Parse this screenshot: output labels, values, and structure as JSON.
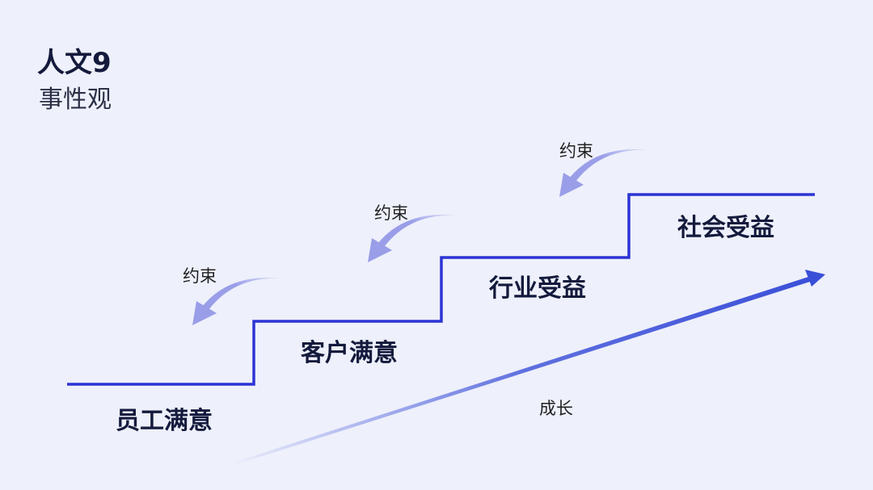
{
  "header": {
    "title": "人文9",
    "subtitle": "事性观"
  },
  "steps": [
    "员工满意",
    "客户满意",
    "行业受益",
    "社会受益"
  ],
  "constraint_label": "约束",
  "growth_label": "成长",
  "colors": {
    "background": "#eef0fb",
    "step_line": "#2b34d4",
    "constraint_arrow": "#9a9ee8",
    "growth_arrow": "#3a4fd8"
  }
}
